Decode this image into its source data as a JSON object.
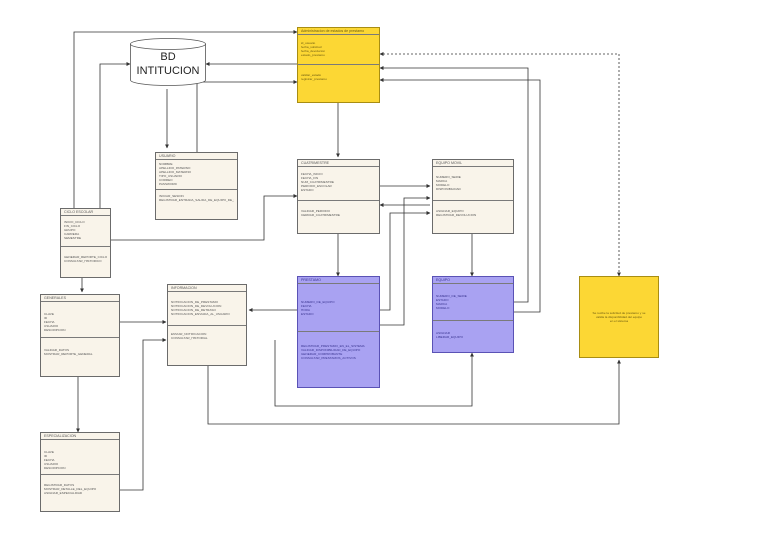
{
  "database": {
    "line1": "BD",
    "line2": "INTITUCION"
  },
  "classes": {
    "main": {
      "title": "Administracion de estados de prestamo",
      "attrs": [
        "id_usuario",
        "fecha_solicitud",
        "fecha_devolucion",
        "estado_prestamo"
      ],
      "methods": [
        "validar_estado",
        "registrar_prestamo"
      ]
    },
    "usuario": {
      "title": "USUARIO",
      "attrs": [
        "NOMBRE",
        "APELLIDO_PATERNO",
        "APELLIDO_MATERNO",
        "TIPO_USUARIO",
        "CORREO",
        "PASSWORD"
      ],
      "methods": [
        "INICIAR_SESION",
        "REGISTRAR_ENTRADA_SALIDA_DE_EQUIPO_DE_COMPUTO"
      ]
    },
    "ciclo": {
      "title": "CICLO ESCOLAR",
      "attrs": [
        "INICIO_CICLO",
        "FIN_CICLO",
        "GRUPO",
        "CARRERA",
        "SEMESTRE"
      ],
      "methods": [
        "GENERAR_REPORTE_CICLO",
        "CONSULTAR_HISTORICO"
      ]
    },
    "cuatrimestre": {
      "title": "CUATRIMESTRE",
      "attrs": [
        "FECHA_INICIO",
        "FECHA_FIN",
        "NUM_CUATRIMESTRE",
        "PERIODO_ESCOLAR",
        "ESTADO"
      ],
      "methods": [
        "VALIDAR_PERIODO",
        "CERRAR_CUATRIMESTRE"
      ]
    },
    "equipo": {
      "title": "EQUIPO MOVIL",
      "attrs": [
        "NUMERO_SERIE",
        "MARCA",
        "MODELO",
        "DISPONIBILIDAD"
      ],
      "methods": [
        "ASIGNAR_EQUIPO",
        "REGISTRAR_DEVOLUCION"
      ]
    },
    "generales": {
      "title": "GENERALES",
      "attrs": [
        "CLAVE",
        "ID",
        "FECHA",
        "USUARIO",
        "DESCRIPCION"
      ],
      "methods": [
        "VALIDAR_DATOS",
        "MOSTRAR_REPORTE_GENERAL"
      ]
    },
    "informacion": {
      "title": "INFORMACION",
      "attrs": [
        "NOTIFICACION_DE_PRESTAMO",
        "NOTIFICACION_DE_DEVOLUCION",
        "NOTIFICACION_DE_RETRASO",
        "NOTIFICACION_ENVIADA_AL_USUARIO"
      ],
      "methods": [
        "ENVIAR_NOTIFICACION",
        "CONSULTAR_HISTORIAL"
      ]
    },
    "prestamo": {
      "title": "PRESTAMO",
      "attrs": [
        "NUMERO_DE_EQUIPO",
        "FECHA",
        "HORA",
        "ESTADO"
      ],
      "methods": [
        "REGISTRAR_PRESTAMO_EN_EL_SISTEMA",
        "VALIDAR_DISPONIBILIDAD_DE_EQUIPO",
        "GENERAR_COMPROBANTE",
        "CONSULTAR_PRESTAMOS_ACTIVOS"
      ]
    },
    "equipo2": {
      "title": "EQUIPO",
      "attrs": [
        "NUMERO_DE_SERIE",
        "ESTADO",
        "MARCA",
        "MODELO"
      ],
      "methods": [
        "ASIGNAR",
        "LIBERAR_EQUIPO"
      ]
    },
    "especializacion": {
      "title": "ESPECIALIZACION",
      "attrs": [
        "CLAVE",
        "ID",
        "FECHA",
        "USUARIO",
        "DESCRIPCION"
      ],
      "methods": [
        "REGISTRAR_DATOS",
        "MOSTRAR_DETALLE_DEL_EQUIPO",
        "ASIGNAR_ESPECIALIDAD"
      ]
    }
  },
  "note": {
    "lines": [
      "Se recibe la solicitud de prestamo y se",
      "valida la disponibilidad del equipo",
      "en el sistema"
    ]
  }
}
